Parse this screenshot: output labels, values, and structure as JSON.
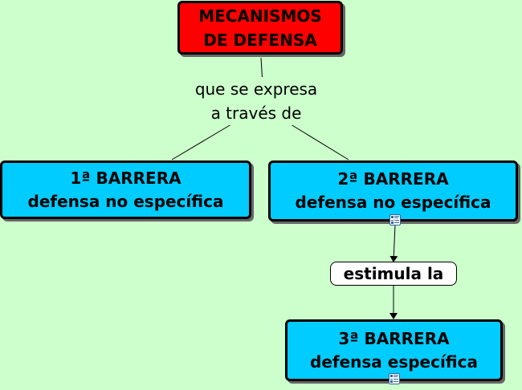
{
  "diagram": {
    "type": "concept-map",
    "colors": {
      "background": "#ccffcc",
      "root_fill": "#ff0000",
      "node_fill": "#00ccff",
      "link_box_fill": "#ffffff",
      "line": "#000000"
    },
    "root": {
      "label": "MECANISMOS\nDE DEFENSA"
    },
    "links": [
      {
        "label": "que se expresa\na través de"
      },
      {
        "label": "estimula la"
      }
    ],
    "nodes": [
      {
        "label": "1ª BARRERA\ndefensa no específica"
      },
      {
        "label": "2ª BARRERA\ndefensa no específica",
        "icon": "resource-icon"
      },
      {
        "label": "3ª BARRERA\ndefensa específica",
        "icon": "resource-icon"
      }
    ]
  }
}
